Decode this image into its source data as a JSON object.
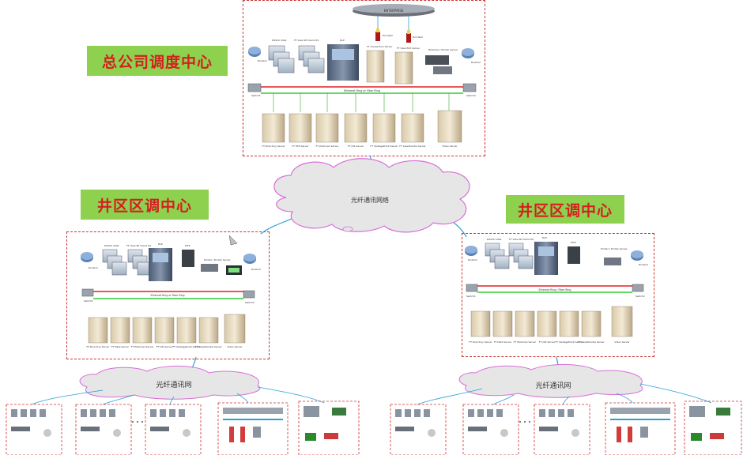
{
  "labels": {
    "hq": "总公司调度中心",
    "west": "井区区调中心",
    "east": "井区区调中心"
  },
  "clouds": {
    "main": "光纤通讯网络",
    "west": "光纤通讯网",
    "east": "光纤通讯网"
  },
  "hq_panel": {
    "banner": "ENTERPRISE",
    "top_devices": [
      "DSS/IS Intell",
      "FT View SE Client OS",
      "DLP",
      "FT Transaction Server",
      "FT View Edit Server",
      "Historian / Printer Server"
    ],
    "firewalls": [
      "Fire Wall",
      "Fire Wall"
    ],
    "routers": [
      "Router1",
      "Router2"
    ],
    "switches": [
      "Switch1",
      "Switch2"
    ],
    "ring": "Ethernet Ring or Fiber Ring",
    "servers": [
      "FT Directory Server",
      "FT HMI Server",
      "FT Historian Server",
      "FT OIS Server",
      "FT VantagePoint Server",
      "FT AssetCentre Server",
      "Video Server"
    ]
  },
  "west_panel": {
    "top_devices": [
      "DSS/IS Intell",
      "FT View SE Client OS",
      "DLP",
      "PIC5",
      "Printer / Printer Server"
    ],
    "routers": [
      "Router1",
      "Router2"
    ],
    "switches": [
      "Switch1",
      "Switch2"
    ],
    "ring": "Ethernet Ring or Fiber Ring",
    "servers": [
      "FT Directory Server",
      "FT Data Server",
      "FT Historian Server",
      "FT OIS Server",
      "FT VantagePoint Server",
      "FT AssetCentre Server",
      "Video Server"
    ]
  },
  "east_panel": {
    "top_devices": [
      "DSS/IS Intell",
      "FT View SE Client OS",
      "DLP",
      "PIC5",
      "Printer / Printer Server"
    ],
    "routers": [
      "Router1",
      "Router2"
    ],
    "switches": [
      "Switch1",
      "Switch2"
    ],
    "ring": "Ethernet Ring / Fiber Ring",
    "servers": [
      "FT Directory Server",
      "FT Data Server",
      "FT Historian Server",
      "FT OIS Server",
      "FT VantagePoint Server",
      "FT AssetCentre Server",
      "Video Server"
    ]
  },
  "colors": {
    "label_bg": "#8dd14f",
    "label_text": "#d42020",
    "panel_border": "#c83232",
    "cloud_fill": "#e6e6e6",
    "cloud_stroke": "#d86fd8",
    "link": "#2aa0d8",
    "ring_red": "#e02020",
    "ring_green": "#33cc33"
  }
}
